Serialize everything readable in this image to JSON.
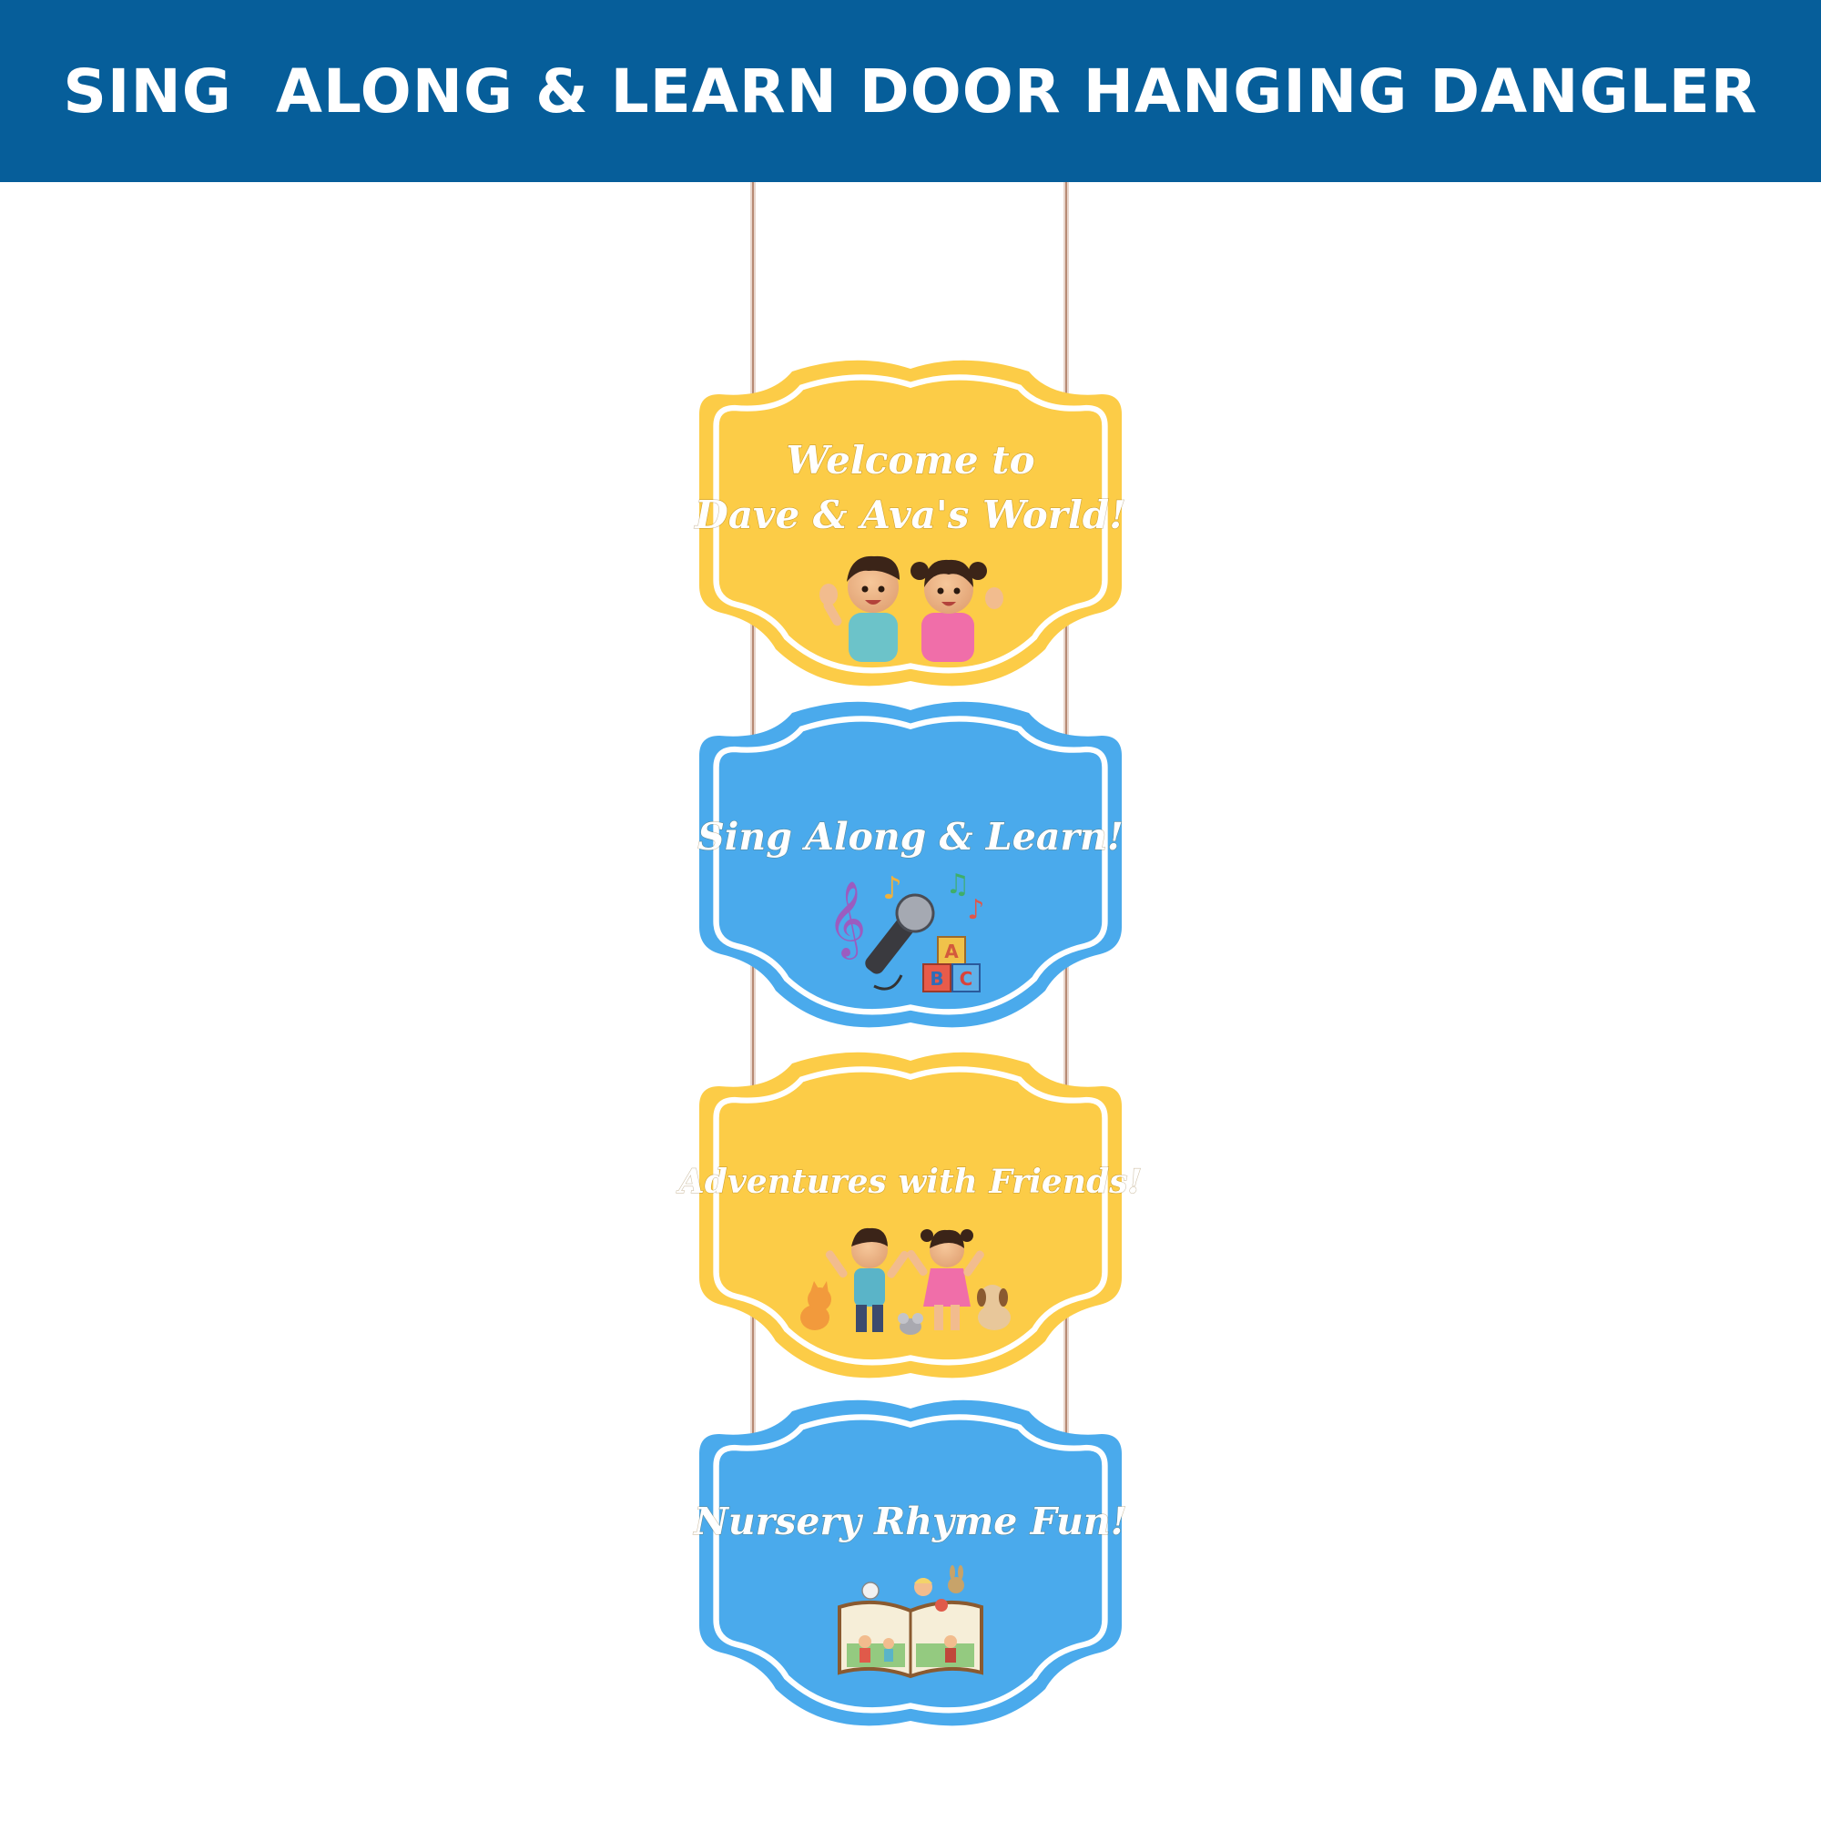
{
  "banner": {
    "title": "SING  ALONG & LEARN DOOR HANGING DANGLER",
    "background": "#065e9a",
    "text_color": "#ffffff"
  },
  "colors": {
    "yellow_panel": "#fccc47",
    "blue_panel": "#4aaaec",
    "border": "#ffffff",
    "string": "#c9a590"
  },
  "panels": [
    {
      "color": "yellow",
      "lines": [
        "Welcome to",
        "Dave & Ava's World!"
      ],
      "illustration": "waving-kids-icon"
    },
    {
      "color": "blue",
      "lines": [
        "Sing Along & Learn!"
      ],
      "illustration": "microphone-music-blocks-icon"
    },
    {
      "color": "yellow",
      "lines": [
        "Adventures with Friends!"
      ],
      "illustration": "kids-with-pets-icon"
    },
    {
      "color": "blue",
      "lines": [
        "Nursery Rhyme Fun!"
      ],
      "illustration": "storybook-icon"
    }
  ],
  "block_letters": [
    "A",
    "B",
    "C"
  ]
}
